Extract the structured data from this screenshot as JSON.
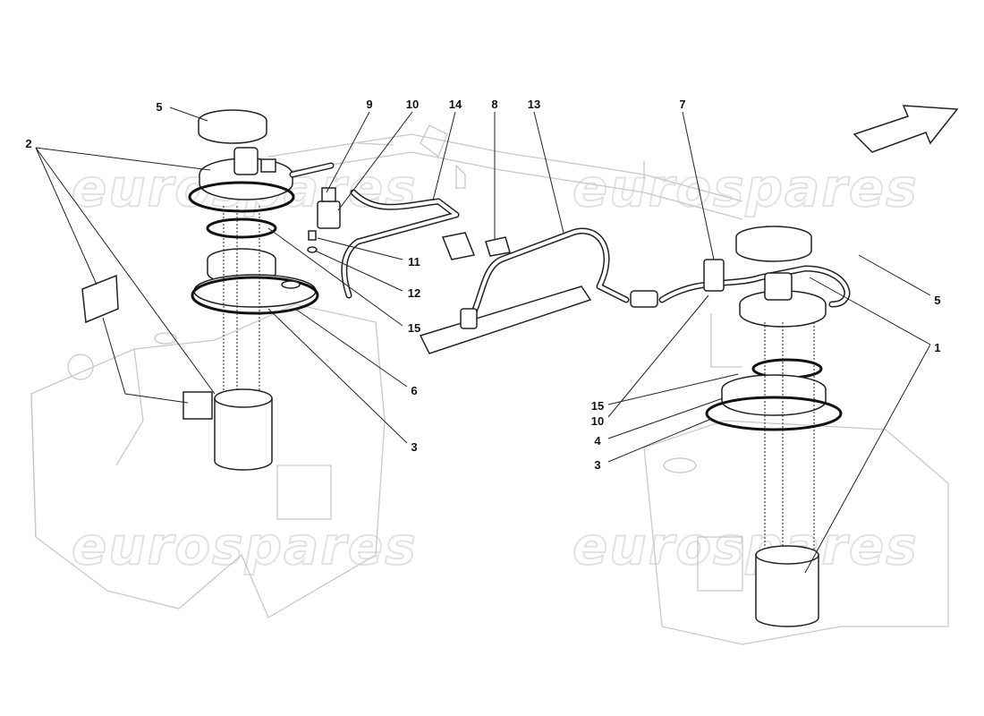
{
  "watermark": "eurospares",
  "callouts": [
    {
      "id": "5a",
      "text": "5"
    },
    {
      "id": "2",
      "text": "2"
    },
    {
      "id": "9",
      "text": "9"
    },
    {
      "id": "10a",
      "text": "10"
    },
    {
      "id": "14",
      "text": "14"
    },
    {
      "id": "8",
      "text": "8"
    },
    {
      "id": "13",
      "text": "13"
    },
    {
      "id": "7",
      "text": "7"
    },
    {
      "id": "11",
      "text": "11"
    },
    {
      "id": "12",
      "text": "12"
    },
    {
      "id": "15a",
      "text": "15"
    },
    {
      "id": "6",
      "text": "6"
    },
    {
      "id": "3a",
      "text": "3"
    },
    {
      "id": "5b",
      "text": "5"
    },
    {
      "id": "1",
      "text": "1"
    },
    {
      "id": "10b",
      "text": "10"
    },
    {
      "id": "15b",
      "text": "15"
    },
    {
      "id": "4",
      "text": "4"
    },
    {
      "id": "3b",
      "text": "3"
    }
  ],
  "orientation_icon": "arrow-up-right-icon"
}
